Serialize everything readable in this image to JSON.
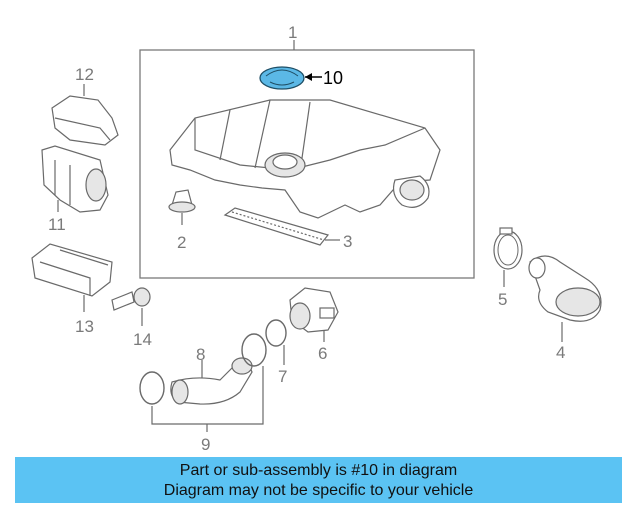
{
  "diagram": {
    "callouts": [
      "1",
      "2",
      "3",
      "4",
      "5",
      "6",
      "7",
      "8",
      "9",
      "10",
      "11",
      "12",
      "13",
      "14"
    ],
    "highlight_color": "#5bb8e6"
  },
  "banner": {
    "line1": "Part or sub-assembly is #10 in diagram",
    "line2": "Diagram may not be specific to your vehicle",
    "color": "#5bc3f3"
  }
}
